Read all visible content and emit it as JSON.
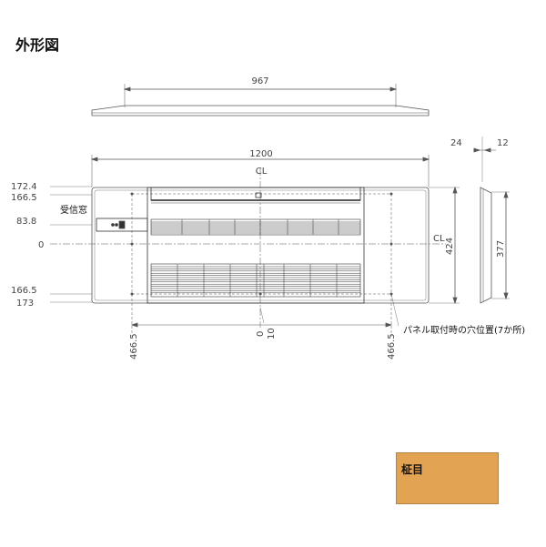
{
  "title": "外形図",
  "top_view": {
    "width_dim": "967"
  },
  "front_view": {
    "width_dim": "1200",
    "center_label": "CL",
    "center_label_right": "CL",
    "height_dim": "424",
    "inner_height_dim": "377",
    "left_dims": [
      "172.4",
      "166.5",
      "83.8",
      "0",
      "166.5",
      "173"
    ],
    "bottom_dims": [
      "466.5",
      "0",
      "10",
      "466.5"
    ],
    "receiver_label": "受信窓",
    "hole_label": "パネル取付時の穴位置(7か所)"
  },
  "side_view": {
    "depth_dim_1": "24",
    "depth_dim_2": "12"
  },
  "finish": {
    "label": "柾目",
    "color": "#e2a353"
  }
}
